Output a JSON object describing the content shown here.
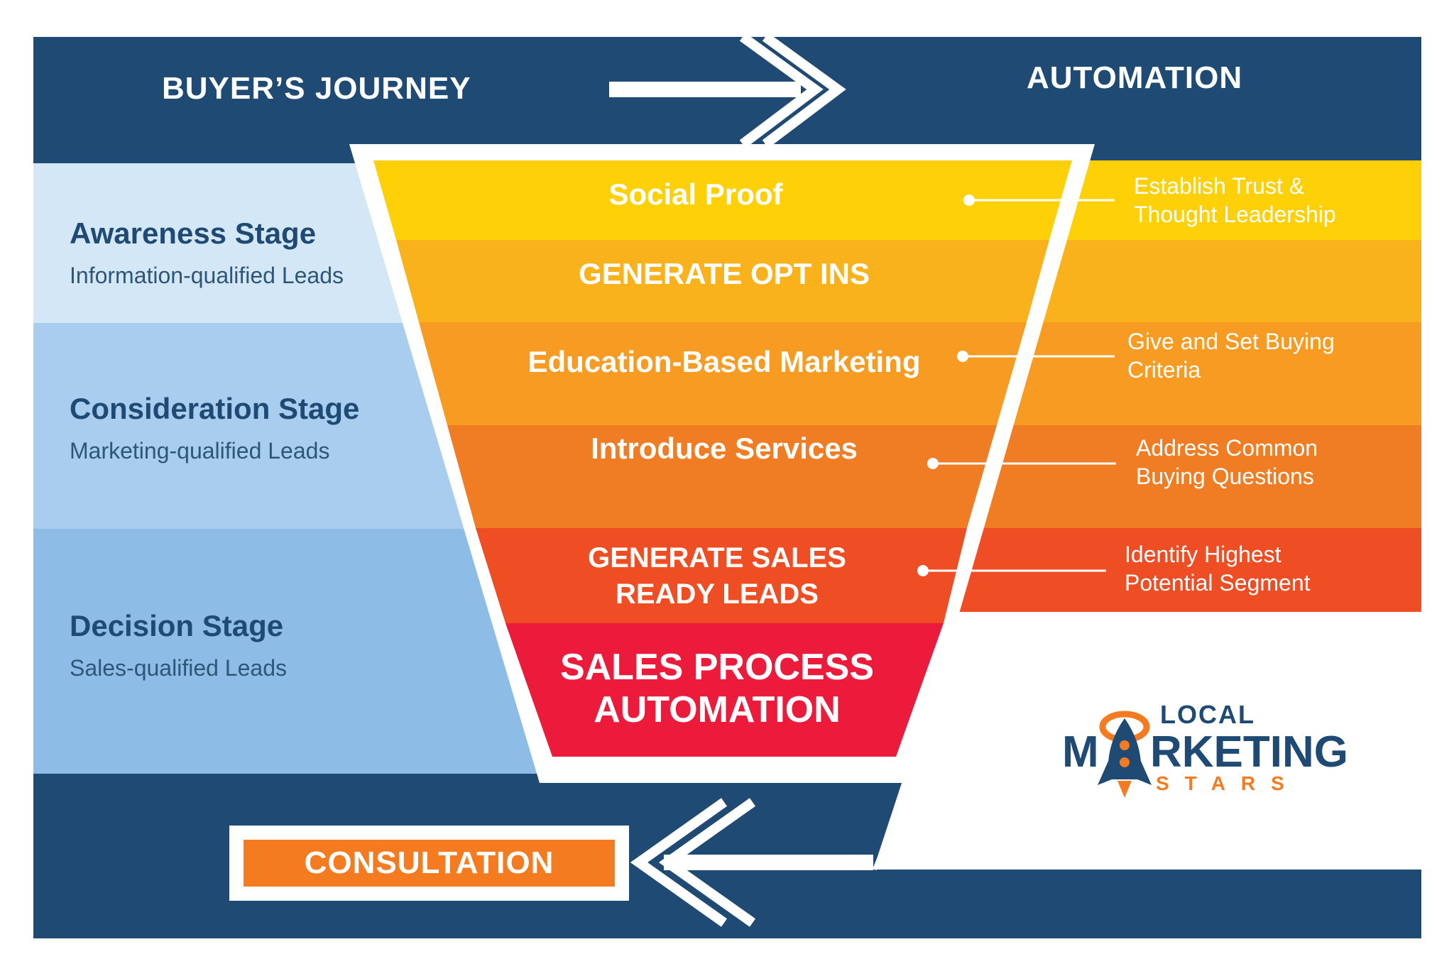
{
  "header": {
    "left": "BUYER’S JOURNEY",
    "right": "AUTOMATION"
  },
  "stages": [
    {
      "title": "Awareness Stage",
      "subtitle": "Information-qualified Leads"
    },
    {
      "title": "Consideration Stage",
      "subtitle": "Marketing-qualified Leads"
    },
    {
      "title": "Decision Stage",
      "subtitle": "Sales-qualified Leads"
    }
  ],
  "funnel": [
    {
      "label": "Social Proof"
    },
    {
      "label": "GENERATE OPT INS"
    },
    {
      "label": "Education-Based Marketing"
    },
    {
      "label": "Introduce Services"
    },
    {
      "label_line1": "GENERATE SALES",
      "label_line2": "READY LEADS"
    },
    {
      "label_line1": "SALES PROCESS",
      "label_line2": "AUTOMATION"
    }
  ],
  "notes": [
    {
      "line1": "Establish Trust &",
      "line2": "Thought Leadership"
    },
    {
      "line1": "Give and Set Buying",
      "line2": "Criteria"
    },
    {
      "line1": "Address Common",
      "line2": "Buying Questions"
    },
    {
      "line1": "Identify Highest",
      "line2": "Potential Segment"
    }
  ],
  "footer": {
    "button": "CONSULTATION"
  },
  "logo": {
    "top": "LOCAL",
    "middle_pre": "M",
    "middle_post": "RKETING",
    "bottom": "STARS"
  },
  "colors": {
    "navy": "#1e4a73",
    "band_yellow": "#fdd008",
    "band_gold": "#f9b21b",
    "band_amber": "#f79b22",
    "band_orange": "#f07c24",
    "band_redorange": "#ef4d23",
    "band_red": "#ec1a3b",
    "stage_light": "#d4e7f7",
    "stage_mid": "#a9cdee",
    "stage_dark": "#8dbde6",
    "button": "#f47b20"
  }
}
